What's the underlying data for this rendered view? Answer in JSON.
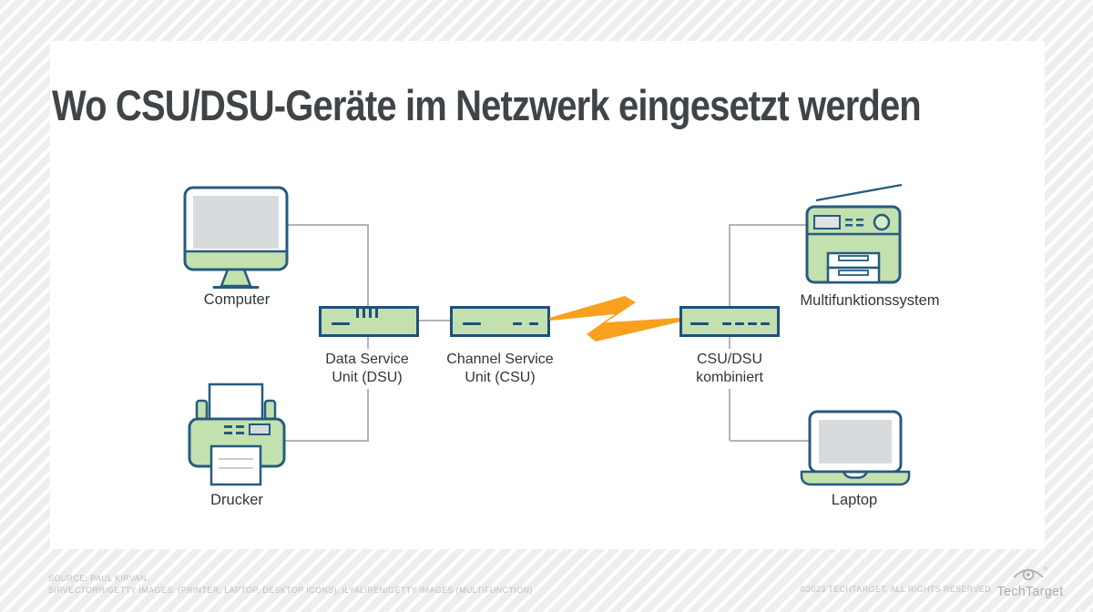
{
  "title": "Wo CSU/DSU-Geräte im Netzwerk eingesetzt werden",
  "diagram": {
    "devices": {
      "computer": {
        "label": "Computer",
        "icon": "desktop-computer-icon"
      },
      "printer": {
        "label": "Drucker",
        "icon": "printer-icon"
      },
      "multifunction": {
        "label": "Multifunktionssystem",
        "icon": "multifunction-printer-icon"
      },
      "laptop": {
        "label": "Laptop",
        "icon": "laptop-icon"
      }
    },
    "units": {
      "dsu": {
        "line1": "Data Service",
        "line2": "Unit (DSU)"
      },
      "csu": {
        "line1": "Channel Service",
        "line2": "Unit (CSU)"
      },
      "combined": {
        "line1": "CSU/DSU",
        "line2": "kombiniert"
      }
    },
    "wan_link": {
      "icon": "lightning-bolt-icon"
    }
  },
  "footer": {
    "source_line1": "SOURCE: PAUL KIRVAN.",
    "source_line2": "SIRVECTORR/GETTY IMAGES: (PRINTER, LAPTOP, DESKTOP ICONS); ILYALIREN/GETTY IMAGES (MULTIFUNCTION)",
    "copyright": "©2023 TECHTARGET, ALL RIGHTS RESERVED",
    "brand": "TechTarget",
    "brand_icon": "techtarget-eye-logo-icon"
  },
  "colors": {
    "device_green": "#c3e0af",
    "outline_navy": "#1d507a",
    "connector_gray": "#b4b4b4",
    "bolt_orange": "#f7a11f",
    "title_charcoal": "#3f4448",
    "screen_gray": "#d8dbde",
    "background_stripe": "#eeeeee"
  }
}
